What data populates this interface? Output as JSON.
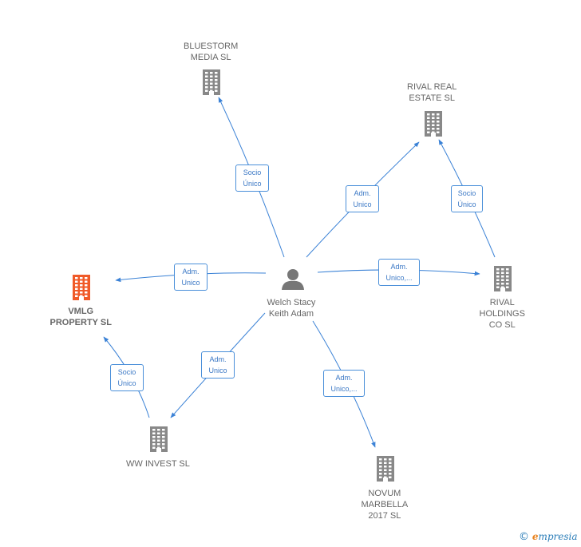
{
  "colors": {
    "edge": "#3b82d6",
    "building": "#888888",
    "highlight": "#f05a28",
    "person": "#777777"
  },
  "center": {
    "name": [
      "Welch Stacy",
      "Keith Adam"
    ],
    "icon": "person-icon"
  },
  "nodes": [
    {
      "id": "bluestorm",
      "label": [
        "BLUESTORM",
        "MEDIA  SL"
      ],
      "icon": "building-icon",
      "highlight": false
    },
    {
      "id": "rival-real-estate",
      "label": [
        "RIVAL REAL",
        "ESTATE  SL"
      ],
      "icon": "building-icon",
      "highlight": false
    },
    {
      "id": "vmlg",
      "label": [
        "VMLG",
        "PROPERTY  SL"
      ],
      "icon": "building-icon",
      "highlight": true
    },
    {
      "id": "rival-holdings",
      "label": [
        "RIVAL",
        "HOLDINGS",
        "CO  SL"
      ],
      "icon": "building-icon",
      "highlight": false
    },
    {
      "id": "ww-invest",
      "label": [
        "WW INVEST  SL"
      ],
      "icon": "building-icon",
      "highlight": false
    },
    {
      "id": "novum",
      "label": [
        "NOVUM",
        "MARBELLA",
        "2017  SL"
      ],
      "icon": "building-icon",
      "highlight": false
    }
  ],
  "edges": [
    {
      "from": "center",
      "to": "bluestorm",
      "label": [
        "Socio",
        "Único"
      ]
    },
    {
      "from": "center",
      "to": "rival-real-estate",
      "label": [
        "Adm.",
        "Unico"
      ]
    },
    {
      "from": "rival-holdings",
      "to": "rival-real-estate",
      "label": [
        "Socio",
        "Único"
      ]
    },
    {
      "from": "center",
      "to": "vmlg",
      "label": [
        "Adm.",
        "Unico"
      ]
    },
    {
      "from": "center",
      "to": "rival-holdings",
      "label": [
        "Adm.",
        "Unico,..."
      ]
    },
    {
      "from": "center",
      "to": "ww-invest",
      "label": [
        "Adm.",
        "Unico"
      ]
    },
    {
      "from": "ww-invest",
      "to": "vmlg",
      "label": [
        "Socio",
        "Único"
      ]
    },
    {
      "from": "center",
      "to": "novum",
      "label": [
        "Adm.",
        "Unico,..."
      ]
    }
  ],
  "brand": {
    "copyright": "©",
    "initial": "e",
    "name": "mpresia"
  }
}
